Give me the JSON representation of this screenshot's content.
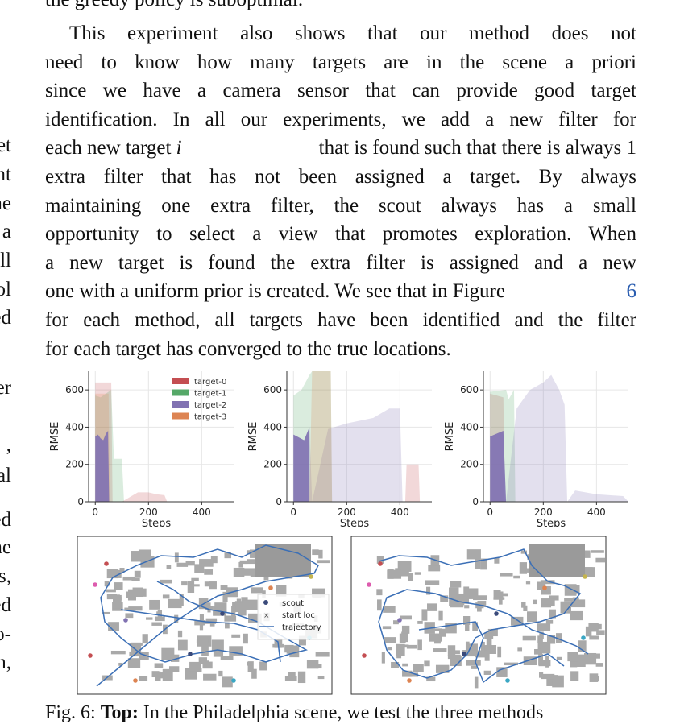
{
  "top_fragment": "the greedy policy is suboptimal.",
  "left_margin": [
    "et",
    "nt",
    "ne",
    "a",
    "ill",
    "ol",
    "ed",
    "er",
    ",",
    "al",
    "ed",
    "ne",
    "s,",
    "ed",
    "o-",
    "n,"
  ],
  "paragraph": [
    "This experiment also shows that our method does not",
    "need to know how many targets are in the scene a priori",
    "since we have a camera sensor that can provide good target",
    "identification. In all our experiments, we add a new filter for",
    "each new target",
    "that is found such that there is always 1",
    "extra filter that has not been assigned a target. By always",
    "maintaining one extra filter, the scout always has a small",
    "opportunity to select a view that promotes exploration. When",
    "a new target is found the extra filter is assigned and a new",
    "one with a uniform prior is created. We see that in Figure",
    "6",
    "for each method, all targets have been identified and the filter",
    "for each target has converged to the true locations."
  ],
  "math_i": "i",
  "chart_data": [
    {
      "type": "area",
      "xlabel": "Steps",
      "ylabel": "RMSE",
      "xlim": [
        -25,
        520
      ],
      "ylim": [
        0,
        700
      ],
      "xticks": [
        0,
        200,
        400
      ],
      "yticks": [
        0,
        200,
        400,
        600
      ],
      "legend": "top-right",
      "series": [
        {
          "name": "target-0",
          "color": "#c44e52",
          "x": [
            0,
            55,
            60,
            65,
            95,
            100,
            160,
            200,
            230,
            260,
            270,
            520
          ],
          "y": [
            640,
            640,
            640,
            0,
            0,
            0,
            50,
            50,
            40,
            35,
            0,
            0
          ]
        },
        {
          "name": "target-1",
          "color": "#55a868",
          "x": [
            0,
            20,
            60,
            70,
            100,
            108,
            520
          ],
          "y": [
            570,
            560,
            600,
            230,
            230,
            0,
            0
          ]
        },
        {
          "name": "target-2",
          "color": "#8172b2",
          "x": [
            0,
            10,
            20,
            30,
            40,
            48,
            52,
            520
          ],
          "y": [
            350,
            360,
            340,
            330,
            365,
            380,
            0,
            0
          ]
        },
        {
          "name": "target-3",
          "color": "#dd8452",
          "x": [
            0,
            50,
            55,
            520
          ],
          "y": [
            580,
            580,
            0,
            0
          ]
        }
      ]
    },
    {
      "type": "area",
      "xlabel": "Steps",
      "ylabel": "RMSE",
      "xlim": [
        -25,
        520
      ],
      "ylim": [
        0,
        700
      ],
      "xticks": [
        0,
        200,
        400
      ],
      "yticks": [
        0,
        200,
        400,
        600
      ],
      "series": [
        {
          "name": "target-0",
          "color": "#c44e52",
          "x": [
            0,
            420,
            425,
            470,
            475,
            520
          ],
          "y": [
            0,
            0,
            200,
            200,
            0,
            0
          ]
        },
        {
          "name": "target-1",
          "color": "#55a868",
          "x": [
            0,
            30,
            60,
            70,
            140,
            145,
            520
          ],
          "y": [
            570,
            600,
            680,
            700,
            700,
            0,
            0
          ]
        },
        {
          "name": "target-2",
          "color": "#8172b2",
          "x": [
            0,
            40,
            60,
            70,
            130,
            200,
            300,
            360,
            400,
            410,
            520
          ],
          "y": [
            360,
            330,
            400,
            0,
            390,
            420,
            450,
            500,
            500,
            0,
            0
          ]
        },
        {
          "name": "target-3",
          "color": "#dd8452",
          "x": [
            0,
            60,
            70,
            140,
            145,
            520
          ],
          "y": [
            0,
            0,
            700,
            700,
            0,
            0
          ]
        }
      ]
    },
    {
      "type": "area",
      "xlabel": "Steps",
      "ylabel": "RMSE",
      "xlim": [
        -25,
        520
      ],
      "ylim": [
        0,
        700
      ],
      "xticks": [
        0,
        200,
        400
      ],
      "yticks": [
        0,
        200,
        400,
        600
      ],
      "series": [
        {
          "name": "target-0",
          "color": "#c44e52",
          "x": [
            0,
            50,
            55,
            520
          ],
          "y": [
            580,
            560,
            0,
            0
          ]
        },
        {
          "name": "target-1",
          "color": "#55a868",
          "x": [
            0,
            60,
            70,
            90,
            95,
            520
          ],
          "y": [
            590,
            600,
            550,
            600,
            0,
            0
          ]
        },
        {
          "name": "target-2",
          "color": "#8172b2",
          "x": [
            0,
            50,
            60,
            100,
            150,
            200,
            230,
            260,
            280,
            290,
            320,
            400,
            500,
            520
          ],
          "y": [
            350,
            380,
            0,
            500,
            600,
            640,
            680,
            600,
            520,
            0,
            60,
            40,
            30,
            0
          ]
        },
        {
          "name": "target-3",
          "color": "#dd8452",
          "x": [
            0,
            520
          ],
          "y": [
            0,
            0
          ]
        }
      ]
    }
  ],
  "map_legend": {
    "scout": "scout",
    "start": "start loc",
    "trajectory": "trajectory"
  },
  "caption_prefix": "Fig. 6:",
  "caption_bold": "Top:",
  "caption_text": "In the Philadelphia scene, we test the three methods"
}
